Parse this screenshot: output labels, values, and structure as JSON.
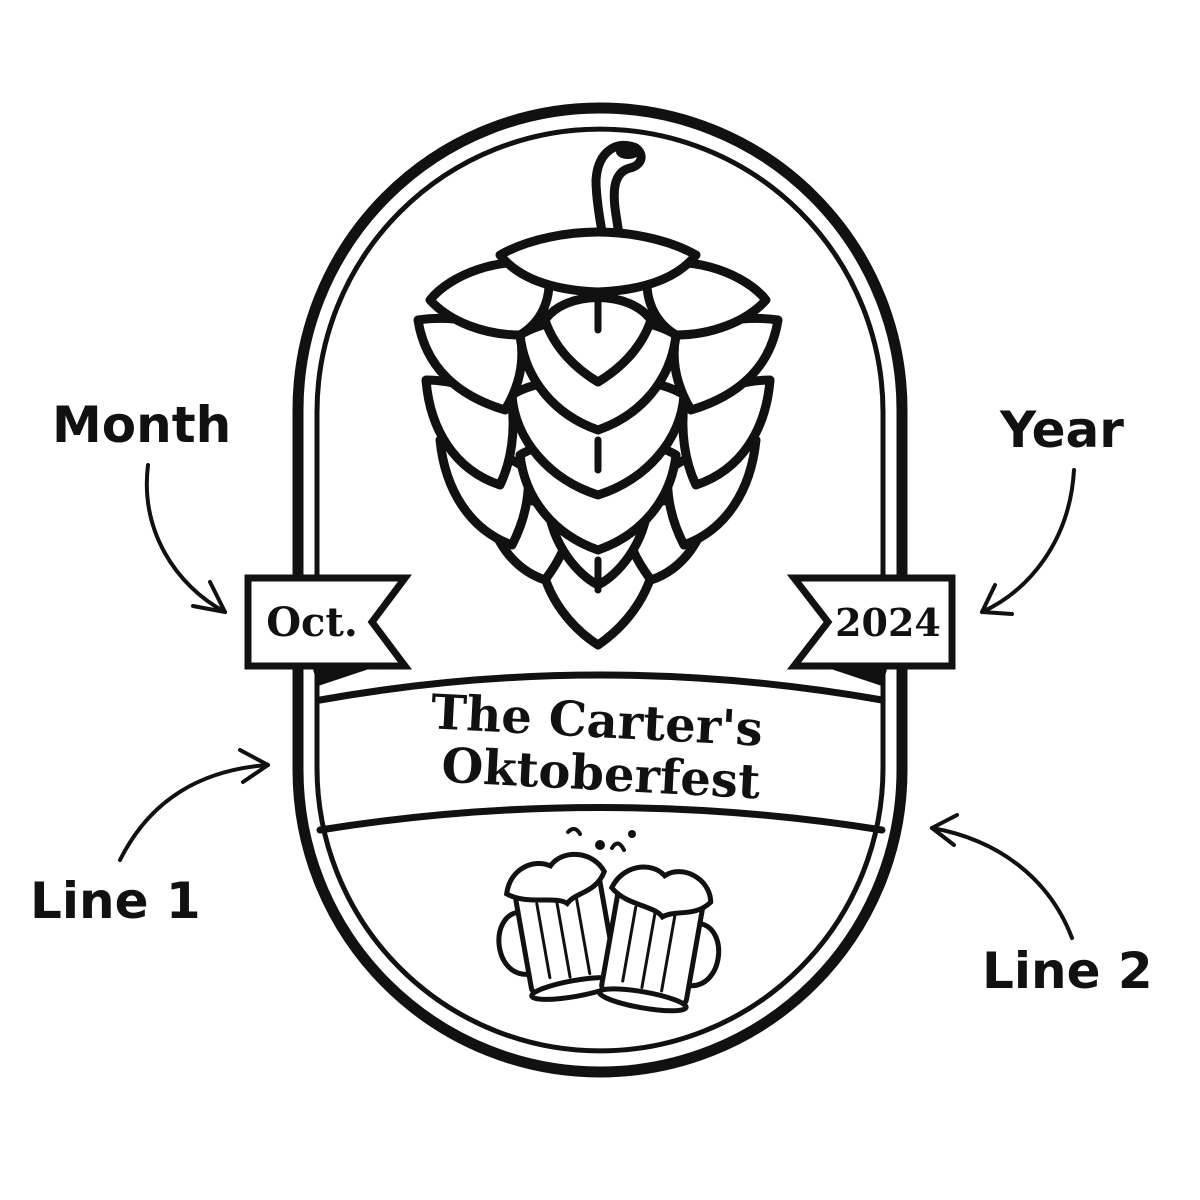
{
  "callouts": {
    "month": "Month",
    "year": "Year",
    "line1": "Line 1",
    "line2": "Line 2"
  },
  "label": {
    "month_value": "Oct.",
    "year_value": "2024",
    "line1_value": "The Carter's",
    "line2_value": "Oktoberfest"
  },
  "icons": [
    "hop-cone-icon",
    "beer-mugs-icon",
    "callout-arrow-icon"
  ],
  "colors": {
    "ink": "#111111",
    "background": "#ffffff"
  }
}
